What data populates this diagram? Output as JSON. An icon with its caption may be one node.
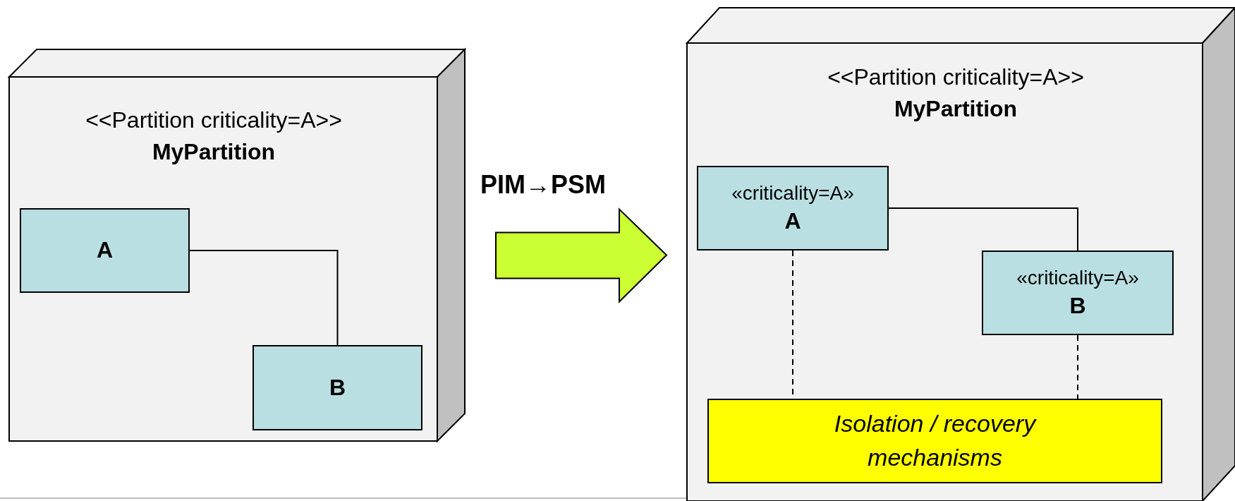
{
  "diagram": {
    "nodes": [
      {
        "text": [
          "<<Partition criticality=A>>",
          "MyPartition"
        ]
      },
      {
        "text": [
          "A"
        ],
        "in": 0
      },
      {
        "text": [
          "B"
        ],
        "in": 0
      },
      {
        "text": [
          "<<Partition criticality=A>>",
          "MyPartition"
        ]
      },
      {
        "text": [
          "«criticality=A»",
          "A"
        ],
        "in": 3
      },
      {
        "text": [
          "«criticality=A»",
          "B"
        ],
        "in": 3
      },
      {
        "text": [
          "Isolation / recovery mechanisms"
        ],
        "in": 3
      }
    ],
    "edges": [
      {
        "from": 1,
        "to": 2,
        "arrow": "none"
      },
      {
        "from": 0,
        "to": 3,
        "arrow": "to",
        "label": "PIM→PSM",
        "style": "thick",
        "color": "#ccff33"
      },
      {
        "from": 4,
        "to": 5,
        "arrow": "none"
      },
      {
        "from": 4,
        "to": 6,
        "arrow": "none",
        "style": "dashed"
      },
      {
        "from": 5,
        "to": 6,
        "arrow": "none",
        "style": "dashed"
      }
    ]
  }
}
